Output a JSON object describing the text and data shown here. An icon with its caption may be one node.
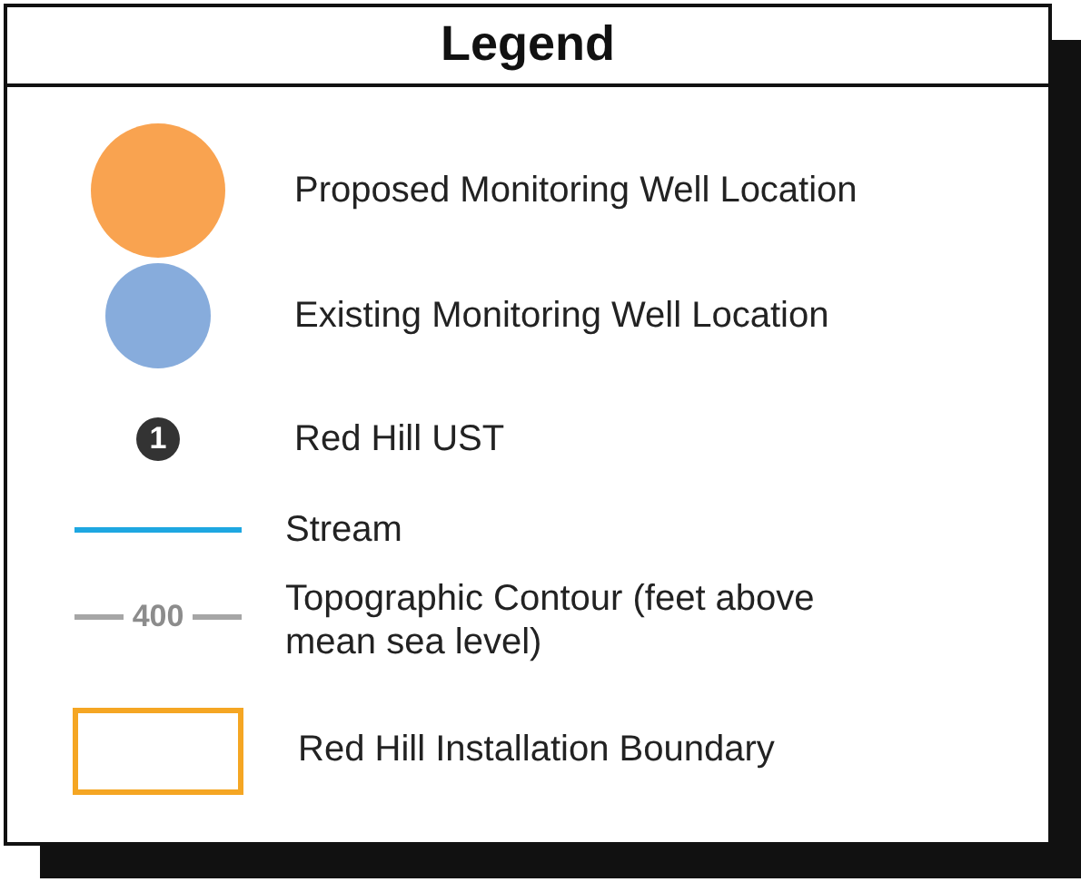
{
  "diagram": {
    "title": "Legend",
    "labels": [
      "1",
      "400"
    ],
    "legend": [
      {
        "text": "Proposed Monitoring Well Location",
        "color": "#f9a350"
      },
      {
        "text": "Existing Monitoring Well Location",
        "color": "#87acdc"
      },
      {
        "text": "Red Hill UST"
      },
      {
        "text": "Stream"
      },
      {
        "text": "Topographic Contour (feet above mean sea level)"
      },
      {
        "text": "Red Hill Installation Boundary"
      }
    ]
  }
}
